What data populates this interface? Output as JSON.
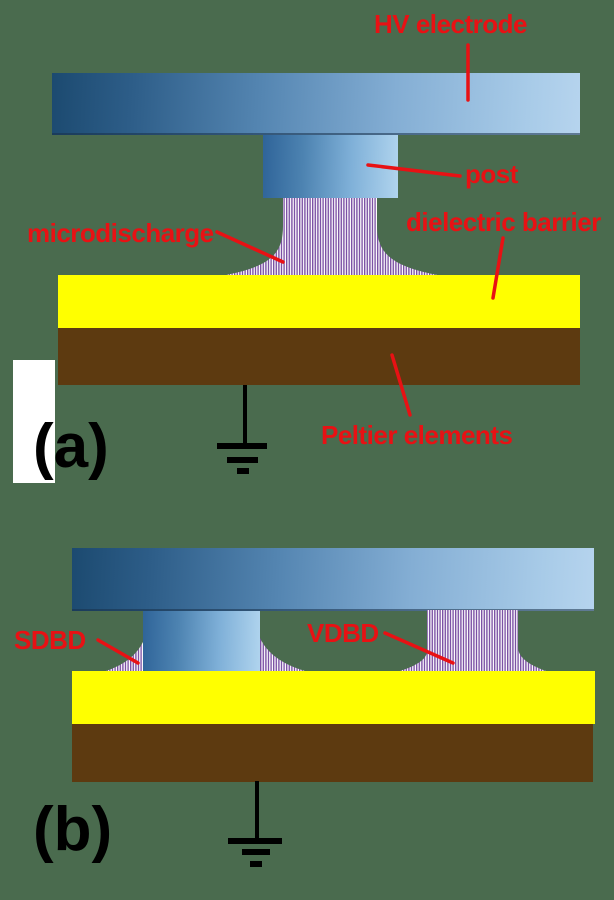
{
  "figure": {
    "description_domain": "dielectric-barrier-discharge schematic, two panels",
    "colors": {
      "background": "#4A6B4E",
      "label_red": "#E81114",
      "dielectric_yellow": "#FFFF00",
      "peltier_brown": "#5D3A10",
      "electrode_blue_dark": "#1C4A70",
      "electrode_blue_light": "#B6D4EE",
      "discharge_purple": "#7C52A5"
    },
    "panel_a": {
      "label": "(a)",
      "annotations": {
        "hv_electrode": "HV electrode",
        "post": "post",
        "microdischarge": "microdischarge",
        "dielectric_barrier": "dielectric barrier",
        "peltier_elements": "Peltier elements"
      }
    },
    "panel_b": {
      "label": "(b)",
      "annotations": {
        "sdbd": "SDBD",
        "vdbd": "VDBD"
      }
    }
  }
}
